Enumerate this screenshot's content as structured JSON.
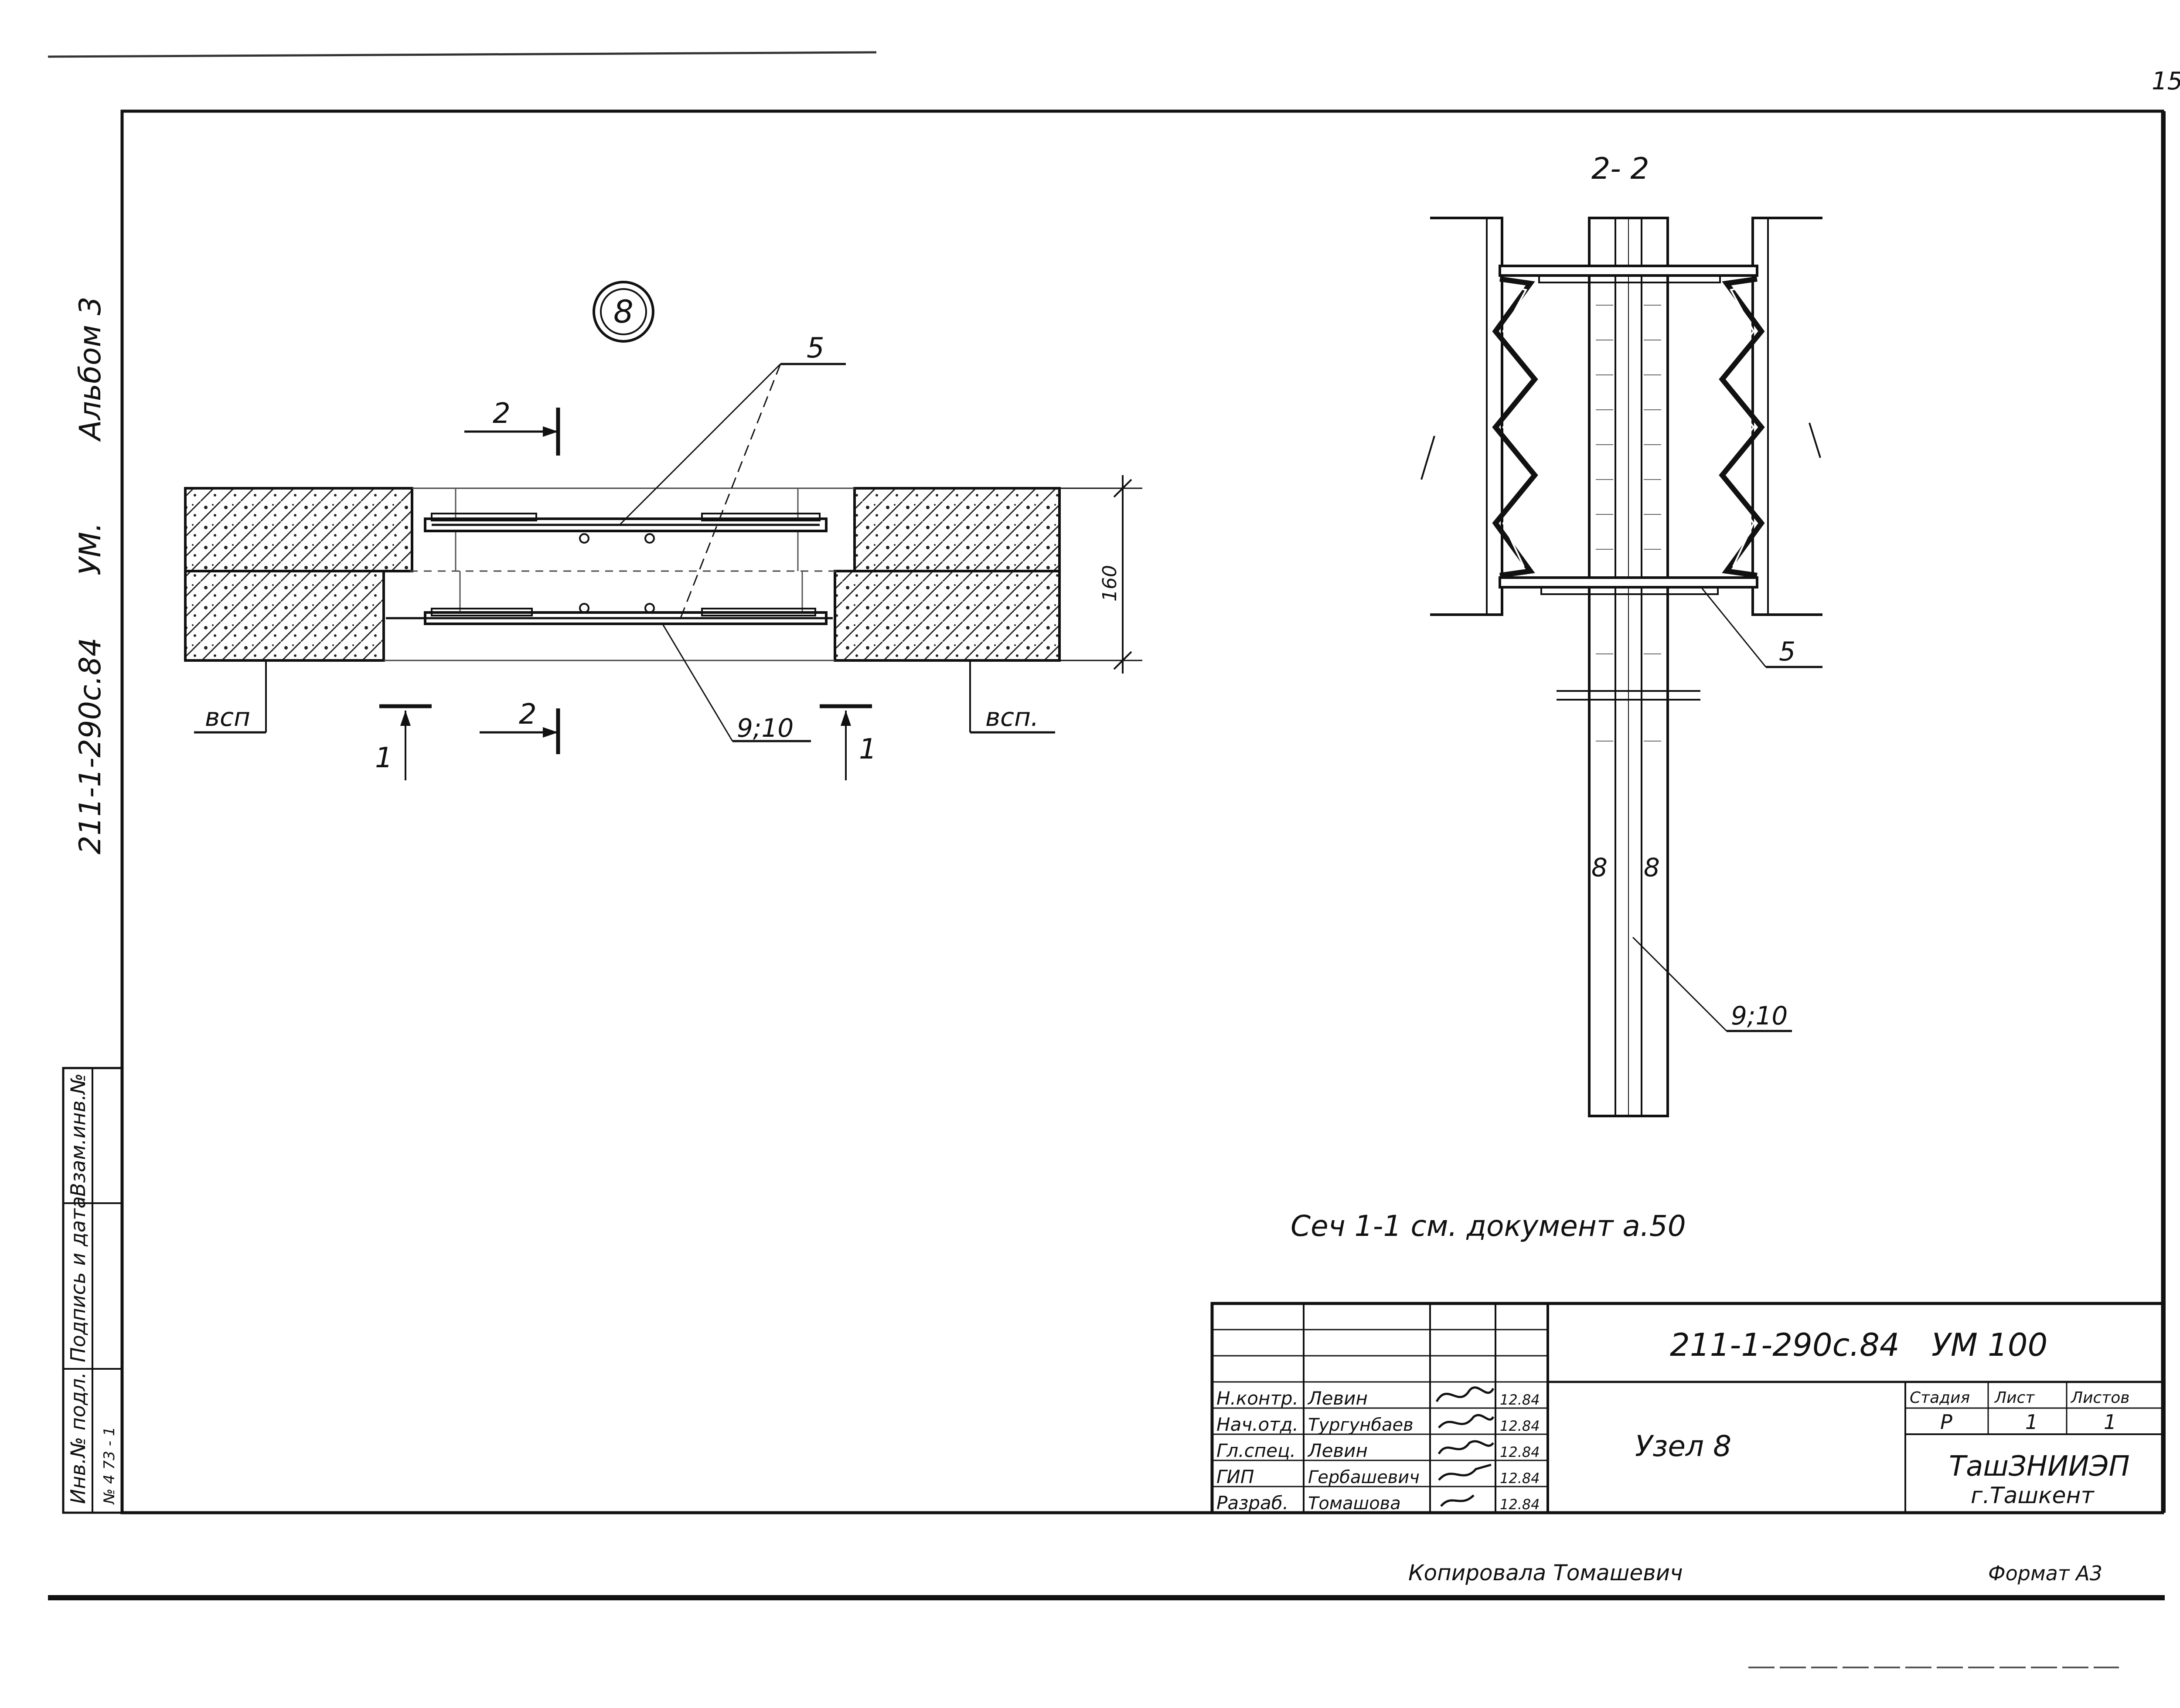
{
  "sheet": {
    "number": "15"
  },
  "stamp_left": {
    "doc_code": "211-1-290с.84",
    "album_code": "УМ.",
    "album_no": "Альбом 3",
    "col_inv_orig": "Инв.№ подл.",
    "col_sign_date": "Подпись и дата",
    "col_inv_repl": "Взам.инв.№",
    "inv_number": "№ 4 73 - 1"
  },
  "node_view": {
    "node_label": "8",
    "callout_top": "5",
    "cut_mark_2_top": "2",
    "cut_mark_2_bottom": "2",
    "cut_mark_1_left": "1",
    "cut_mark_1_right": "1",
    "callout_bottom": "9;10",
    "label_left": "всп",
    "label_right": "всп.",
    "dimension": "160"
  },
  "section_2_2": {
    "title": "2- 2",
    "callout_5": "5",
    "callout_910": "9;10",
    "label_8_left": "8",
    "label_8_right": "8"
  },
  "note": "Сеч 1-1  см. документ  а.50",
  "title_block": {
    "doc_code": "211-1-290с.84",
    "album": "УМ  100",
    "drawing_name": "Узел 8",
    "col_stage": "Стадия",
    "col_sheet": "Лист",
    "col_sheets": "Листов",
    "stage": "Р",
    "sheet": "1",
    "sheets": "1",
    "org": "ТашЗНИИЭП",
    "city": "г.Ташкент",
    "signers": [
      {
        "role": "Н.контр.",
        "name": "Левин",
        "date": "12.84"
      },
      {
        "role": "Нач.отд.",
        "name": "Тургунбаев",
        "date": "12.84"
      },
      {
        "role": "Гл.спец.",
        "name": "Левин",
        "date": "12.84"
      },
      {
        "role": "ГИП",
        "name": "Гербашевич",
        "date": "12.84"
      },
      {
        "role": "Разраб.",
        "name": "Томашова",
        "date": "12.84"
      }
    ]
  },
  "footer": {
    "copied": "Копировала  Томашевич",
    "format": "Формат А3"
  }
}
